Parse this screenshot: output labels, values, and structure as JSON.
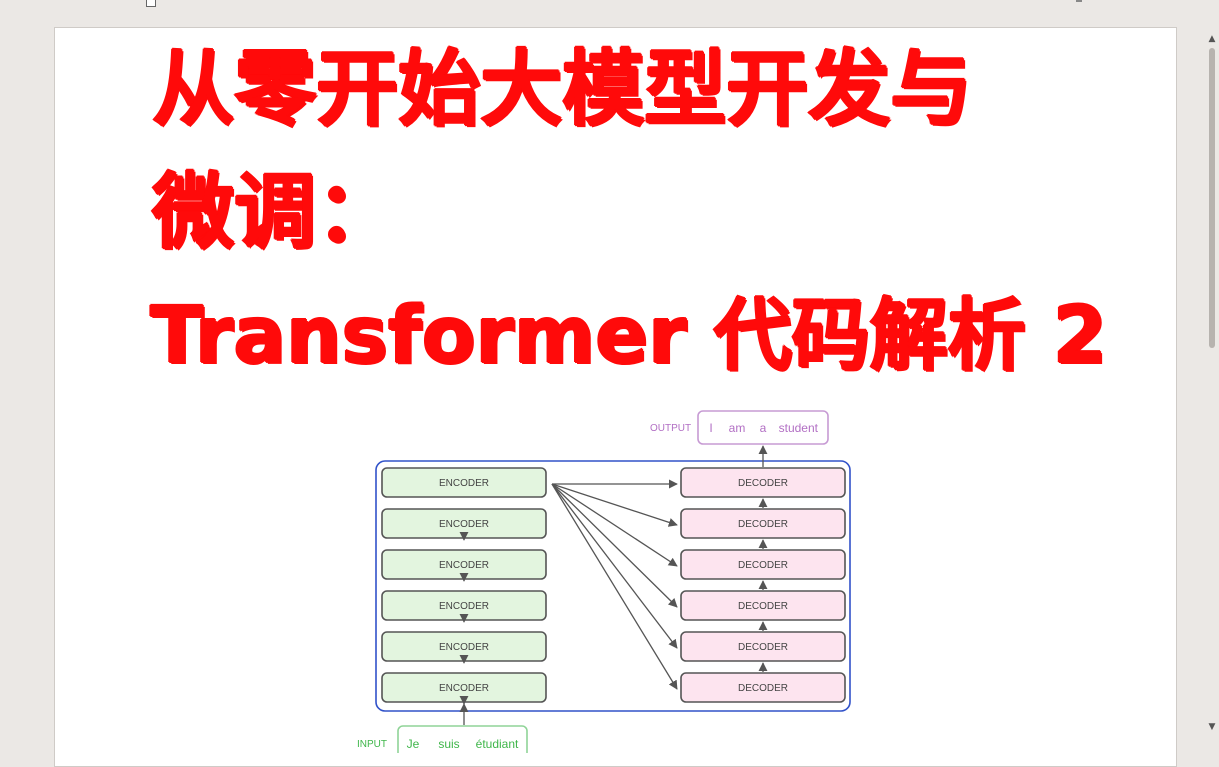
{
  "title": {
    "line1": "从零开始大模型开发与",
    "line2": "微调：",
    "line3": "Transformer 代码解析 2"
  },
  "diagram": {
    "output_label": "OUTPUT",
    "output_tokens": [
      "I",
      "am",
      "a",
      "student"
    ],
    "input_label": "INPUT",
    "input_tokens": [
      "Je",
      "suis",
      "étudiant"
    ],
    "encoders": [
      "ENCODER",
      "ENCODER",
      "ENCODER",
      "ENCODER",
      "ENCODER",
      "ENCODER"
    ],
    "decoders": [
      "DECODER",
      "DECODER",
      "DECODER",
      "DECODER",
      "DECODER",
      "DECODER"
    ]
  },
  "colors": {
    "title": "#ff0a0a",
    "encoder_fill": "#e3f5df",
    "decoder_fill": "#fde4ef",
    "stack_border": "#3152c9",
    "output_color": "#b26fc4",
    "input_color": "#3fb64a"
  },
  "icons": {
    "scroll_up": "arrow-up-icon",
    "scroll_down": "arrow-down-icon"
  }
}
